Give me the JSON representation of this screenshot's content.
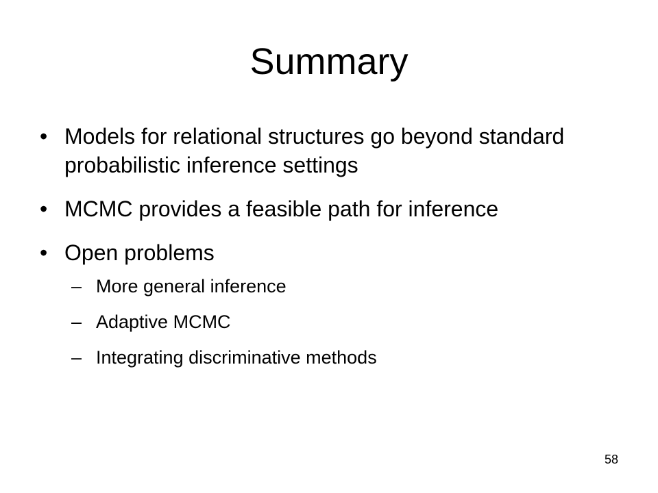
{
  "slide": {
    "title": "Summary",
    "bullet_symbol": "•",
    "sub_bullet_symbol": "–",
    "bullets": [
      {
        "text": "Models for relational structures go beyond standard probabilistic inference settings"
      },
      {
        "text": "MCMC provides a feasible path for inference"
      },
      {
        "text": "Open problems",
        "sub": [
          "More general inference",
          "Adaptive MCMC",
          "Integrating discriminative methods"
        ]
      }
    ],
    "page_number": "58"
  }
}
